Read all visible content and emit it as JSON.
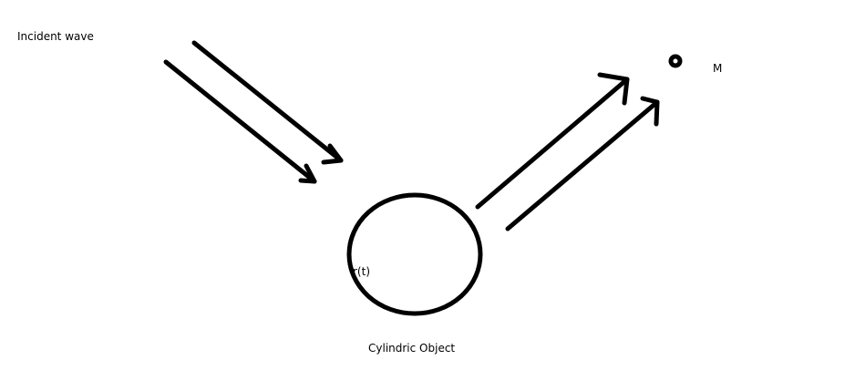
{
  "labels": {
    "incident_wave": "Incident wave",
    "point_m": "M",
    "radius": "r(t)",
    "object": "Cylindric Object"
  },
  "colors": {
    "stroke": "#000000",
    "background": "#ffffff"
  }
}
